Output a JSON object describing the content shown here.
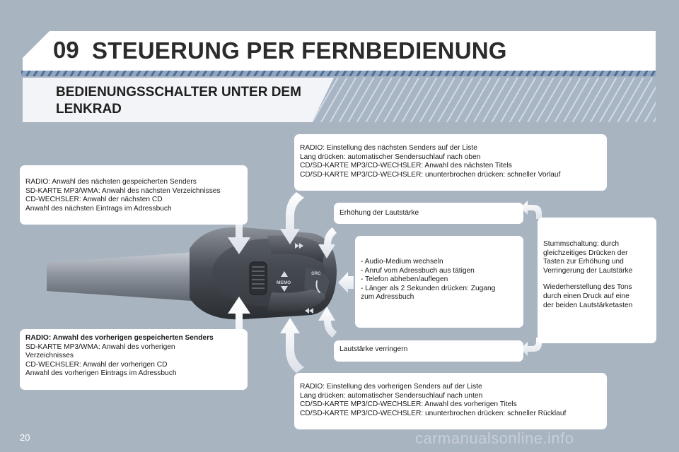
{
  "header": {
    "chapter": "09",
    "title": "STEUERUNG PER FERNBEDIENUNG",
    "subtitle": "BEDIENUNGSSCHALTER UNTER DEM LENKRAD"
  },
  "stalk": {
    "memo_label": "MEMO",
    "src_label": "SRC"
  },
  "boxes": {
    "next_preset": [
      "RADIO: Anwahl des nächsten gespeicherten Senders",
      "SD-KARTE MP3/WMA: Anwahl des nächsten Verzeichnisses",
      "CD-WECHSLER: Anwahl der nächsten CD",
      "Anwahl des nächsten Eintrags im Adressbuch"
    ],
    "prev_preset": [
      "RADIO: Anwahl des vorherigen gespeicherten Senders",
      "SD-KARTE MP3/WMA: Anwahl des vorherigen",
      "Verzeichnisses",
      "CD-WECHSLER: Anwahl der vorherigen CD",
      "Anwahl des vorherigen Eintrags im Adressbuch"
    ],
    "seek_up": [
      "RADIO: Einstellung des nächsten Senders auf der Liste",
      "Lang drücken: automatischer Sendersuchlauf nach oben",
      "CD/SD-KARTE MP3/CD-WECHSLER: Anwahl des nächsten Titels",
      "CD/SD-KARTE MP3/CD-WECHSLER: ununterbrochen drücken: schneller Vorlauf"
    ],
    "seek_down": [
      "RADIO: Einstellung des vorherigen Senders auf der Liste",
      "Lang drücken: automatischer Sendersuchlauf nach unten",
      "CD/SD-KARTE MP3/CD-WECHSLER: Anwahl des vorherigen Titels",
      "CD/SD-KARTE MP3/CD-WECHSLER: ununterbrochen drücken: schneller Rücklauf"
    ],
    "volume_up": "Erhöhung der Lautstärke",
    "volume_down": "Lautstärke verringern",
    "source": [
      "-  Audio-Medium wechseln",
      "-  Anruf vom Adressbuch aus tätigen",
      "-  Telefon abheben/auflegen",
      "-  Länger als 2 Sekunden drücken: Zugang",
      "     zum Adressbuch"
    ],
    "mute": [
      "Stummschaltung: durch",
      "gleichzeitiges Drücken der",
      "Tasten zur Erhöhung und",
      "Verringerung der Lautstärke"
    ],
    "restore": [
      "Wiederherstellung des Tons",
      "durch einen Druck auf eine",
      "der beiden Lautstärketasten"
    ]
  },
  "footer": {
    "page_number": "20",
    "watermark": "carmanualsonline.info"
  }
}
